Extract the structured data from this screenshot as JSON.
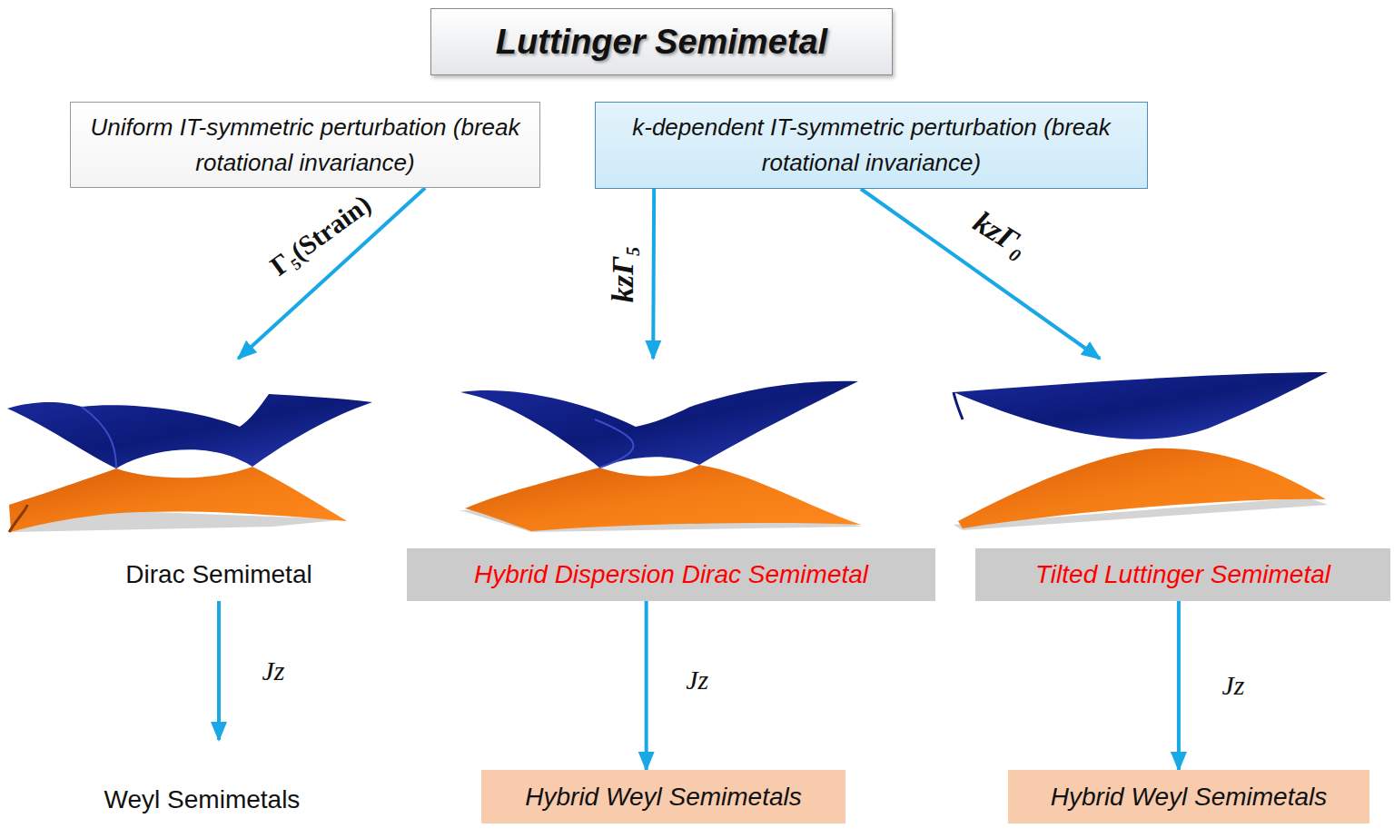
{
  "diagram": {
    "nodes": [
      {
        "text": [
          "Luttinger Semimetal"
        ]
      },
      {
        "text": [
          "Uniform IT-symmetric perturbation (break rotational invariance)"
        ]
      },
      {
        "text": [
          "k-dependent IT-symmetric perturbation (break rotational invariance)"
        ]
      },
      {
        "text": [
          "Dirac Semimetal"
        ]
      },
      {
        "text": [
          "Hybrid Dispersion Dirac Semimetal"
        ]
      },
      {
        "text": [
          "Tilted Luttinger Semimetal"
        ]
      },
      {
        "text": [
          "Weyl Semimetals"
        ]
      },
      {
        "text": [
          "Hybrid Weyl Semimetals"
        ]
      },
      {
        "text": [
          "Hybrid Weyl Semimetals"
        ]
      }
    ],
    "edges": [
      {
        "from": 1,
        "to": 3,
        "label": "Γ₅(Strain)",
        "arrow": "to"
      },
      {
        "from": 2,
        "to": 4,
        "label": "kzΓ₅",
        "arrow": "to"
      },
      {
        "from": 2,
        "to": 5,
        "label": "kzΓ₀",
        "arrow": "to"
      },
      {
        "from": 3,
        "to": 6,
        "label": "Jz",
        "arrow": "to"
      },
      {
        "from": 4,
        "to": 7,
        "label": "Jz",
        "arrow": "to"
      },
      {
        "from": 5,
        "to": 8,
        "label": "Jz",
        "arrow": "to"
      }
    ]
  }
}
